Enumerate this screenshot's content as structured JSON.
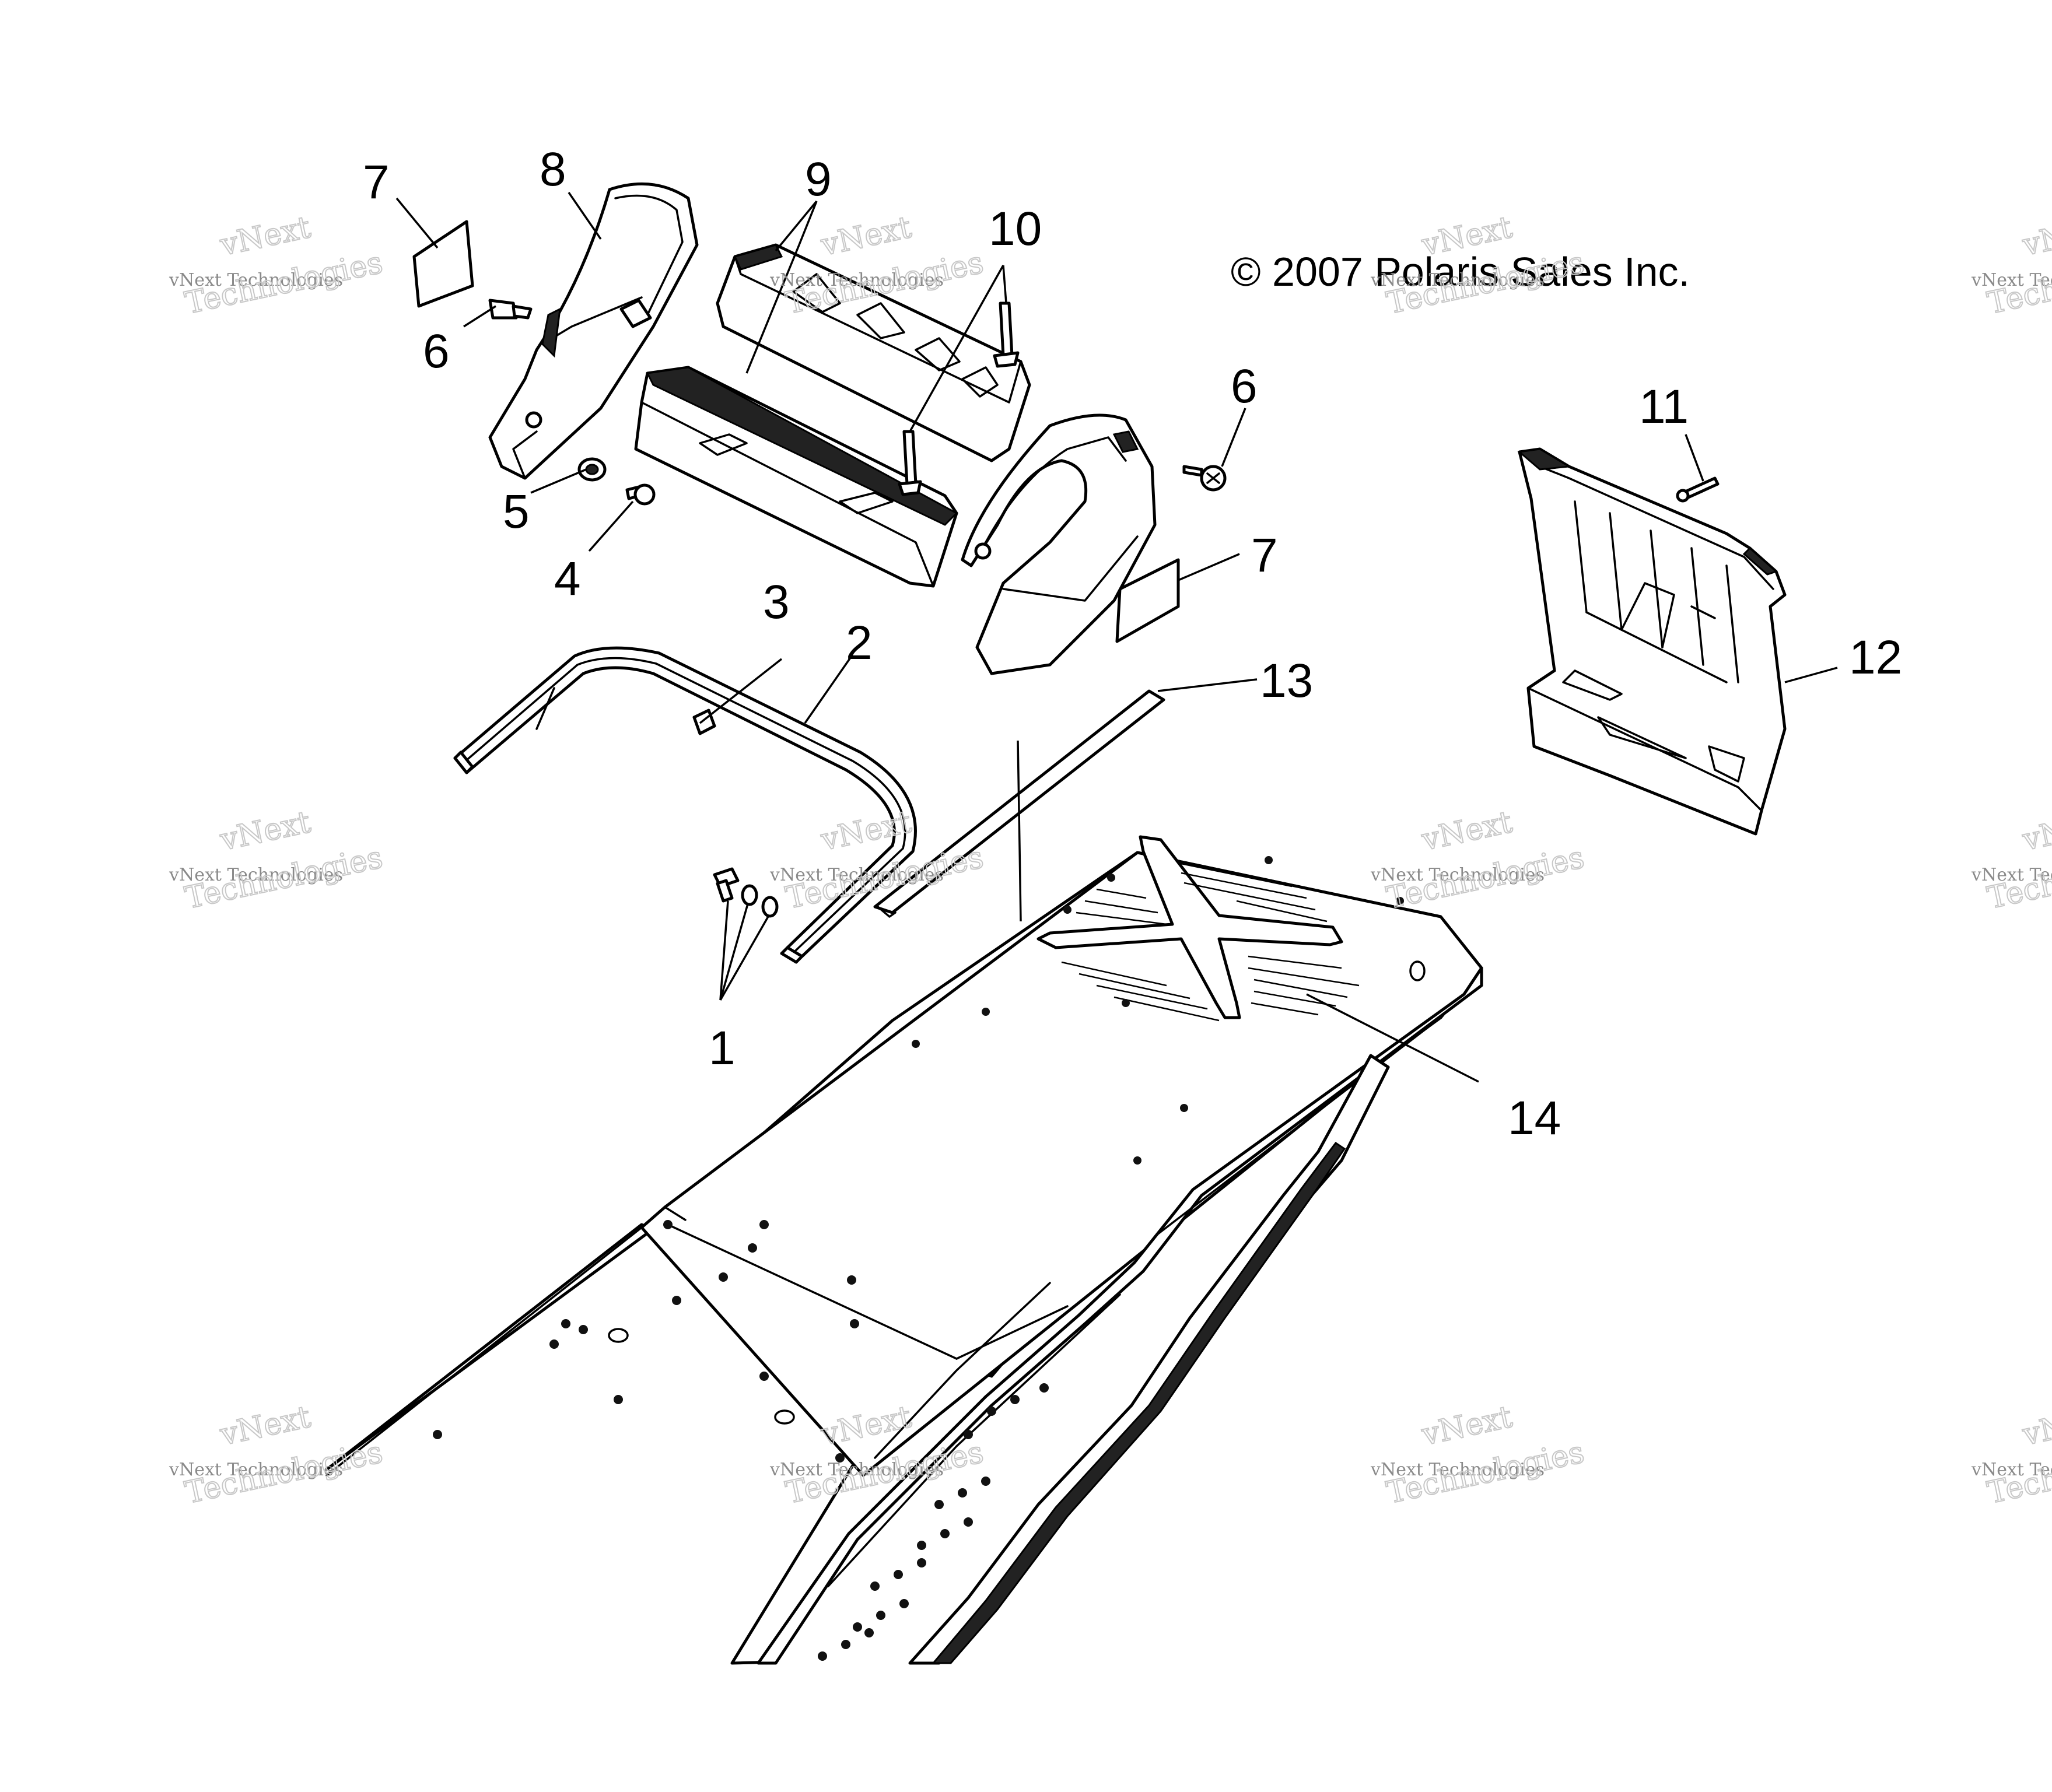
{
  "diagram": {
    "copyright": "© 2007 Polaris Sales Inc.",
    "callouts": [
      "1",
      "2",
      "3",
      "4",
      "5",
      "6",
      "6",
      "7",
      "7",
      "8",
      "9",
      "10",
      "11",
      "12",
      "13",
      "14"
    ],
    "watermark": {
      "line1": "vNext Technologies",
      "line2": "Technologies",
      "line3": "vNext"
    }
  }
}
